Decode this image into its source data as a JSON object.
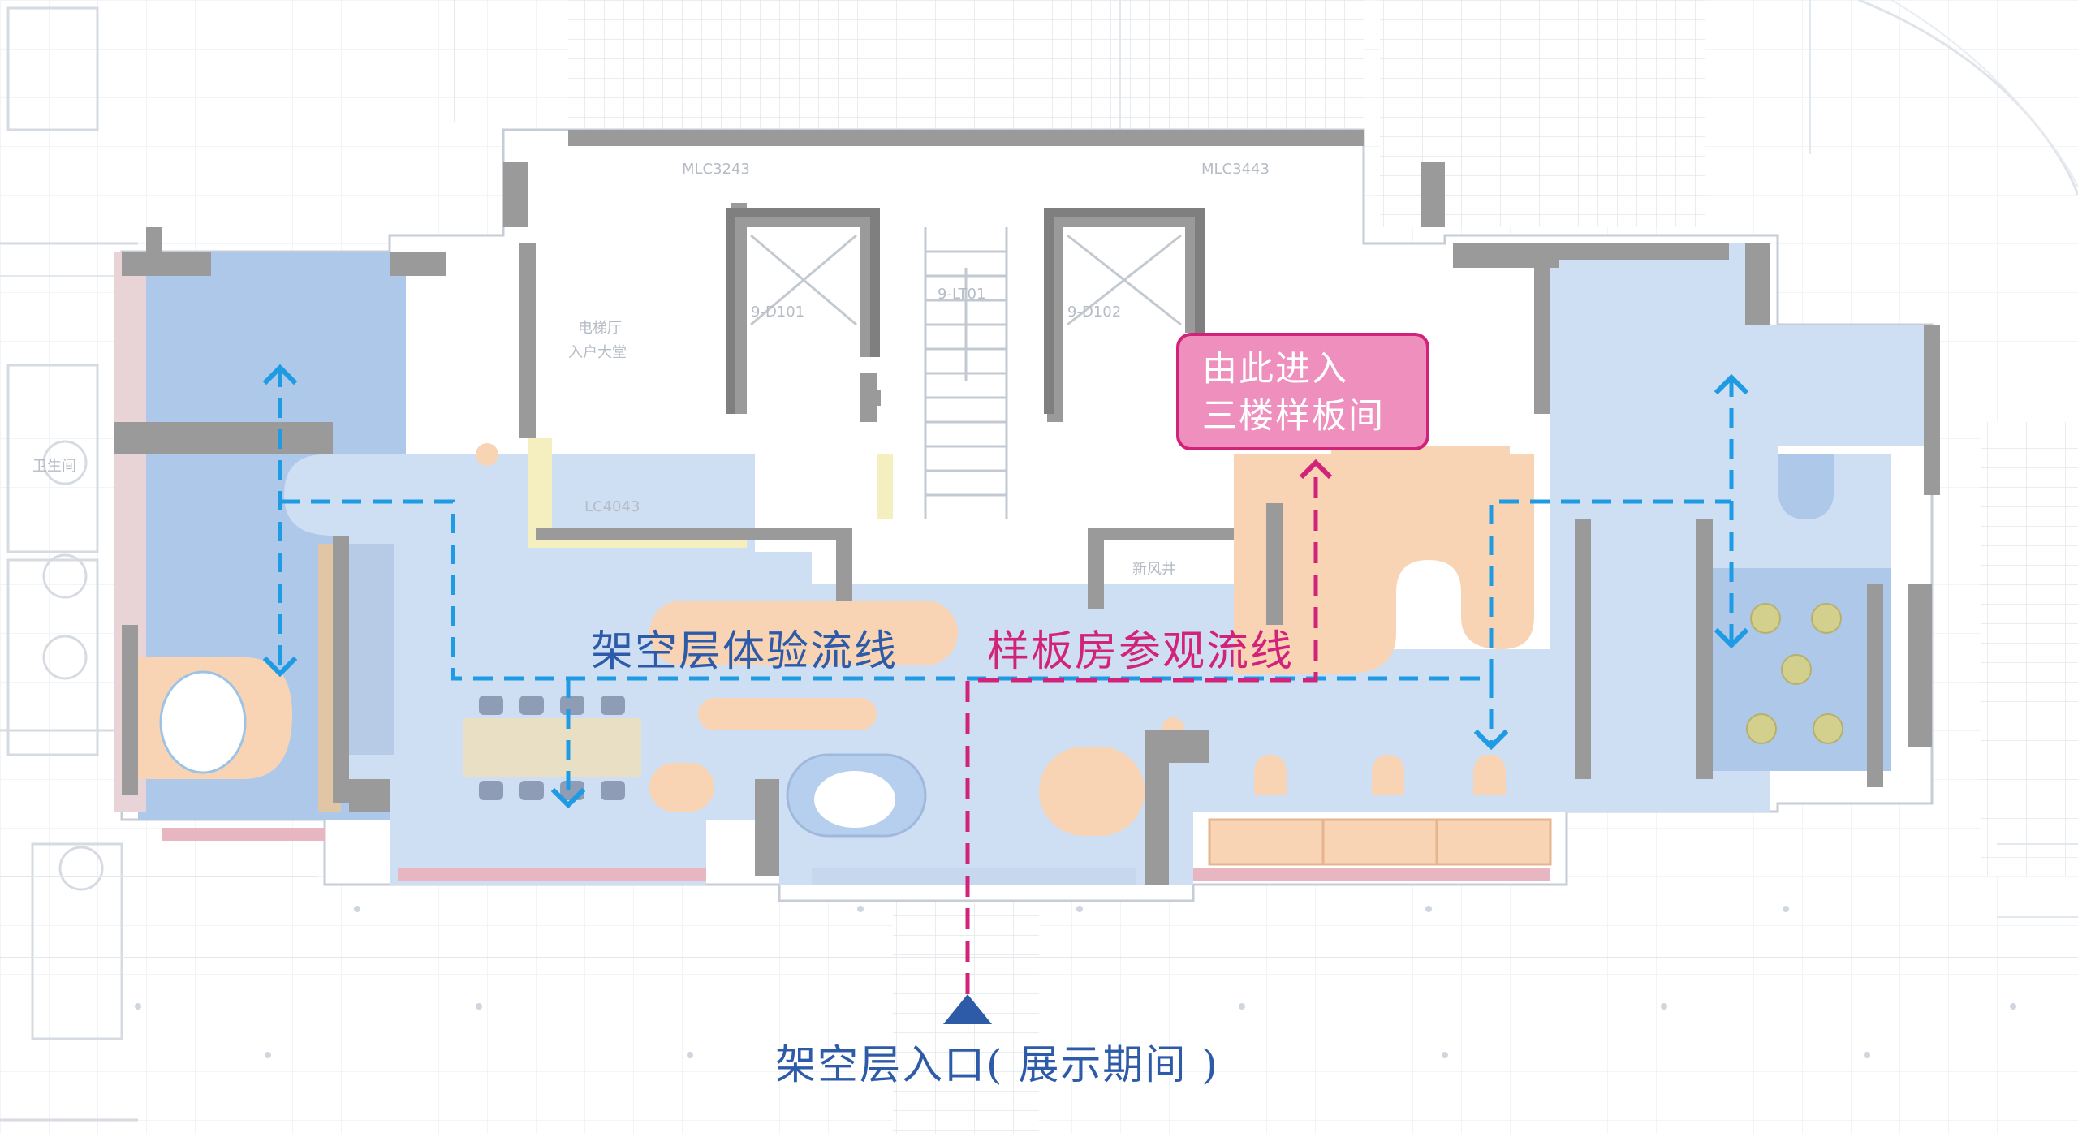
{
  "callout": {
    "line1": "由此进入",
    "line2": "三楼样板间"
  },
  "routes": {
    "experience_label": "架空层体验流线",
    "showroom_label": "样板房参观流线"
  },
  "entrance": {
    "label": "架空层入口( 展示期间 )"
  },
  "plan_text": {
    "lobby_line1": "电梯厅",
    "lobby_line2": "入户大堂",
    "window_left": "MLC3243",
    "window_right": "MLC3443",
    "window_lc4043": "LC4043",
    "elevator_left": "9-D101",
    "elevator_right": "9-D102",
    "stair": "9-LT01",
    "fresh_air_shaft": "新风井",
    "toilet": "卫生间"
  },
  "colors": {
    "route_blue": "#1f9be3",
    "route_pink": "#d2237b",
    "room_blue": "#aec8ea",
    "corridor_blue": "#cfdff3",
    "peach": "#f8d4b4",
    "wall_gray": "#9a9a9a",
    "wall_dark": "#6b6b6b",
    "plan_line": "#cdd5de",
    "callout_fill": "#ef8fbe"
  },
  "icons": {
    "arrow": "arrowhead-icon",
    "entrance_marker": "triangle-entrance-icon"
  }
}
